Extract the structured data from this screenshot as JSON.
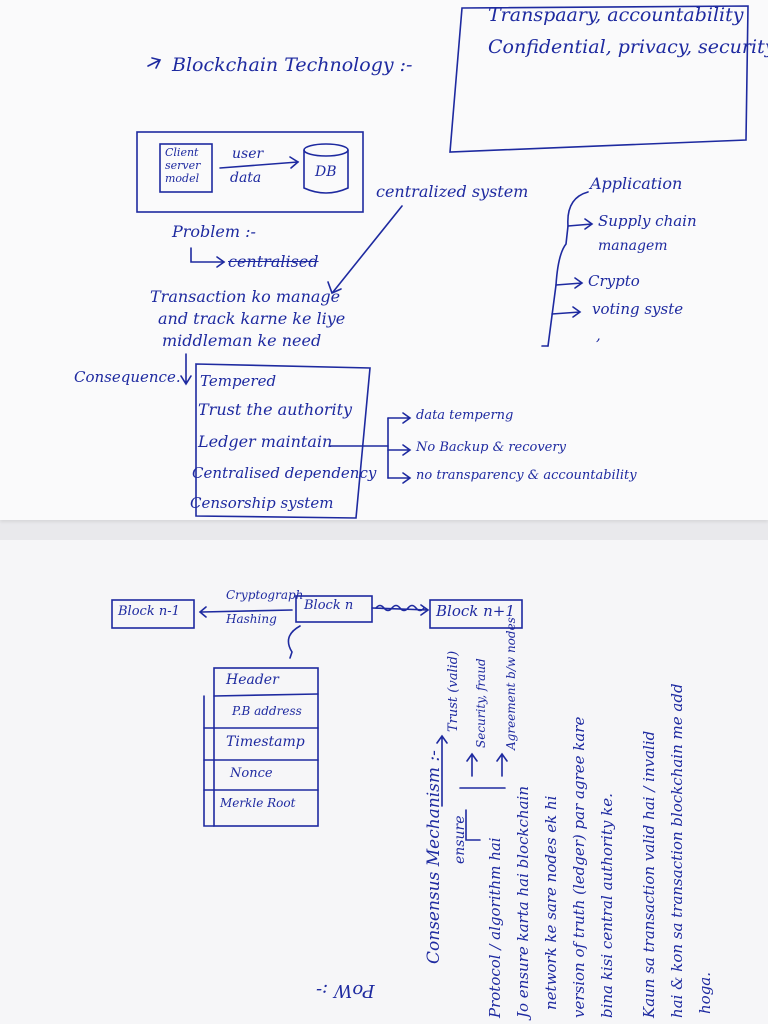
{
  "top_page": {
    "note_box": {
      "line1": "Transpaary, accountability",
      "line2": "Confidential, privacy, security"
    },
    "heading": "Blockchain Technology :-",
    "diagram": {
      "client_server_label": [
        "Client",
        "server",
        "model"
      ],
      "user_label": "user",
      "data_label": "data",
      "db_label": "DB"
    },
    "centralized_system": "centralized system",
    "problem": {
      "label": "Problem :-",
      "item": "centralised"
    },
    "transaction_lines": [
      "Transaction ko manage",
      "and track karne ke liye",
      "middleman ke need"
    ],
    "applications": {
      "title": "Application",
      "items": [
        "Supply chain",
        "managem",
        "Crypto",
        "voting syste",
        ","
      ]
    },
    "consequences": {
      "label": "Consequence.",
      "items": [
        "Tempered",
        "Trust the authority",
        "Ledger maintain",
        "Centralised dependency",
        "Censorship system"
      ]
    },
    "ledger_effects": [
      "data temperng",
      "No Backup & recovery",
      "no transparency & accountability"
    ]
  },
  "bottom_page": {
    "chain": {
      "blocks": [
        "Block n-1",
        "Block n",
        "Block n+1"
      ],
      "link_label": [
        "Cryptograph",
        "Hashing"
      ]
    },
    "block_structure": [
      "Header",
      "P.B address",
      "Timestamp",
      "Nonce",
      "Merkle Root"
    ],
    "consensus": {
      "title": "Consensus Mechanism :-",
      "ensure": "ensure",
      "targets": [
        "Trust (valid)",
        "Security, fraud",
        "Agreement b/w nodes"
      ],
      "definition": [
        "Protocol / algorithm hai",
        "Jo ensure karta hai blockchain",
        "network ke sare nodes ek hi",
        "version of truth (ledger) par agree kare",
        "bina kisi central authority ke."
      ],
      "explanation": [
        "Kaun sa transaction valid hai / invalid",
        "hai & kon sa transaction blockchain me add",
        "hoga."
      ]
    },
    "footer_note": "PoW :-"
  }
}
